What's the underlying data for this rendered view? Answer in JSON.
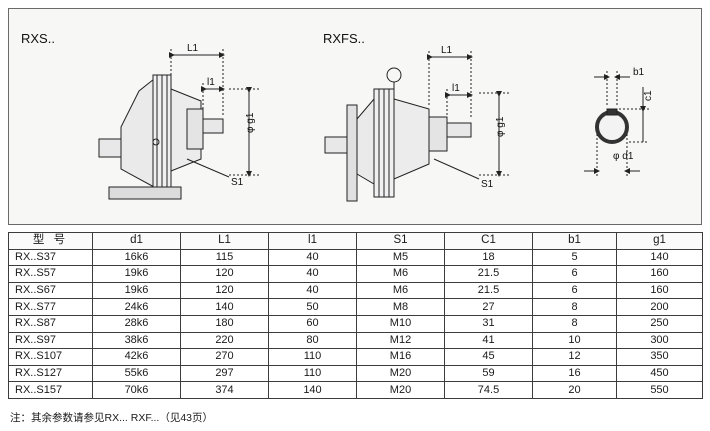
{
  "diagram": {
    "label_rxs": "RXS..",
    "label_rxfs": "RXFS..",
    "dims": {
      "l1": "L1",
      "l_small": "l1",
      "g1": "φ g1",
      "s1": "S1",
      "b1": "b1",
      "c1": "c1",
      "d1": "φ d1"
    }
  },
  "table": {
    "headers": [
      "型 号",
      "d1",
      "L1",
      "l1",
      "S1",
      "C1",
      "b1",
      "g1"
    ],
    "rows": [
      [
        "RX..S37",
        "16k6",
        "115",
        "40",
        "M5",
        "18",
        "5",
        "140"
      ],
      [
        "RX..S57",
        "19k6",
        "120",
        "40",
        "M6",
        "21.5",
        "6",
        "160"
      ],
      [
        "RX..S67",
        "19k6",
        "120",
        "40",
        "M6",
        "21.5",
        "6",
        "160"
      ],
      [
        "RX..S77",
        "24k6",
        "140",
        "50",
        "M8",
        "27",
        "8",
        "200"
      ],
      [
        "RX..S87",
        "28k6",
        "180",
        "60",
        "M10",
        "31",
        "8",
        "250"
      ],
      [
        "RX..S97",
        "38k6",
        "220",
        "80",
        "M12",
        "41",
        "10",
        "300"
      ],
      [
        "RX..S107",
        "42k6",
        "270",
        "110",
        "M16",
        "45",
        "12",
        "350"
      ],
      [
        "RX..S127",
        "55k6",
        "297",
        "110",
        "M20",
        "59",
        "16",
        "450"
      ],
      [
        "RX..S157",
        "70k6",
        "374",
        "140",
        "M20",
        "74.5",
        "20",
        "550"
      ]
    ]
  },
  "note": "注：其余参数请参见RX... RXF...（见43页）"
}
